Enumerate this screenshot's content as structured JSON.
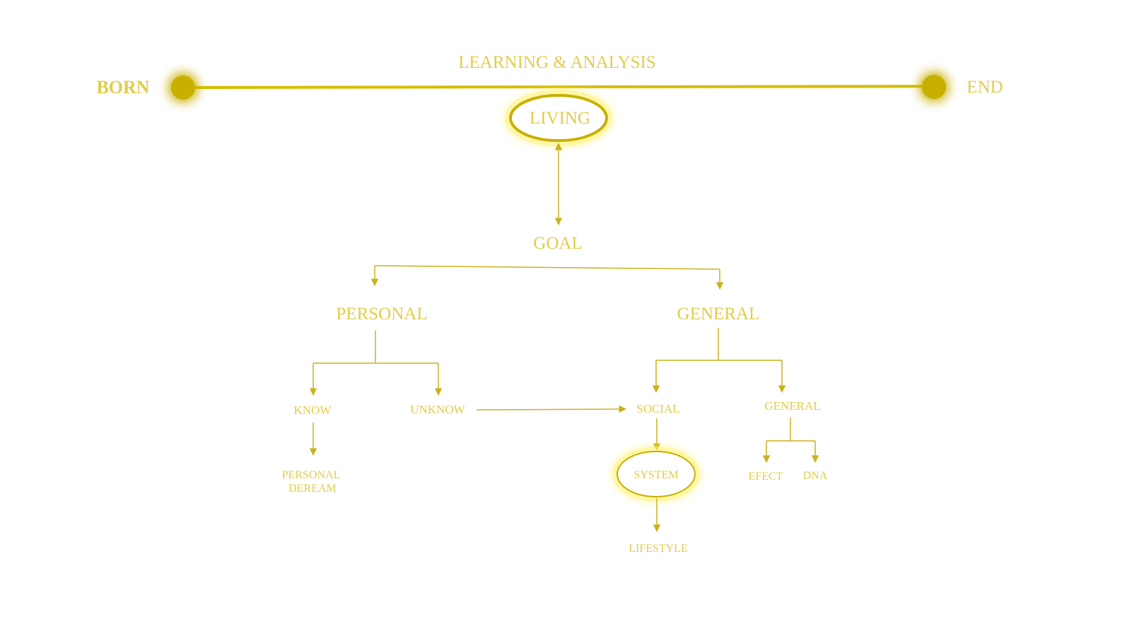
{
  "colors": {
    "primary": "#c8b000",
    "label": "#e0cd4a",
    "glow": "#fff36a",
    "line": "#c9b21a",
    "background": "#ffffff"
  },
  "timeline": {
    "start_label": "BORN",
    "end_label": "END",
    "title": "LEARNING & ANALYSIS"
  },
  "nodes": {
    "living": "LIVING",
    "goal": "GOAL",
    "personal": "PERSONAL",
    "general": "GENERAL",
    "know": "KNOW",
    "unknow": "UNKNOW",
    "social": "SOCIAL",
    "general_sub": "GENERAL",
    "personal_dream_line1": "PERSONAL",
    "personal_dream_line2": "DEREAM",
    "system": "SYSTEM",
    "efect": "EFECT",
    "dna": "DNA",
    "lifestyle": "LIFESTYLE"
  }
}
